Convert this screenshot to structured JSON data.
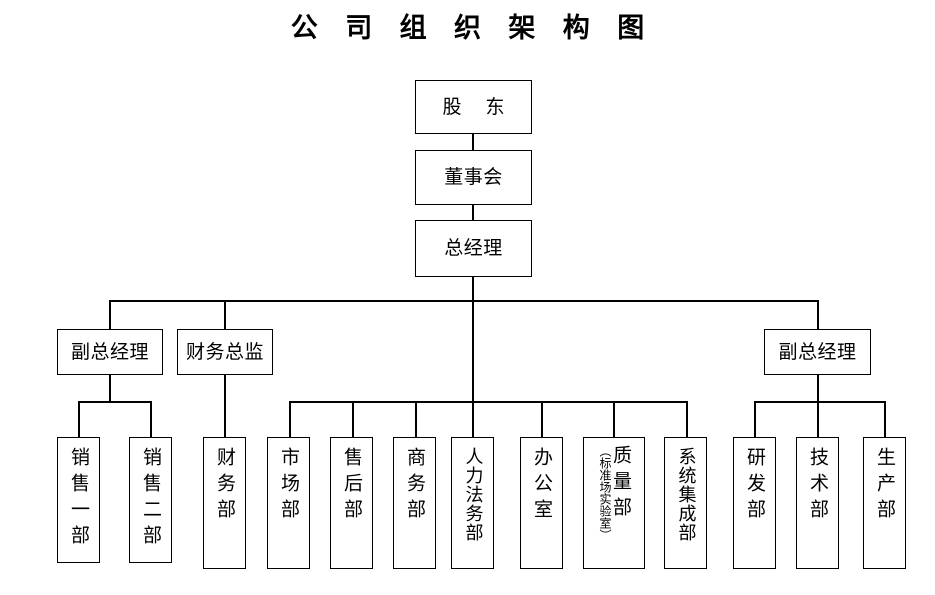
{
  "title": "公 司 组 织 架 构 图",
  "chart_data": {
    "type": "diagram",
    "diagram_kind": "organization-chart",
    "title": "公司组织架构图",
    "orientation": "top-down",
    "levels": 4,
    "nodes": [
      {
        "id": "shareholders",
        "label": "股  东",
        "level": 0,
        "parent": null
      },
      {
        "id": "board",
        "label": "董事会",
        "level": 1,
        "parent": "shareholders"
      },
      {
        "id": "gm",
        "label": "总经理",
        "level": 2,
        "parent": "board"
      },
      {
        "id": "deputy-gm-left",
        "label": "副总经理",
        "level": 3,
        "parent": "gm"
      },
      {
        "id": "cfo",
        "label": "财务总监",
        "level": 3,
        "parent": "gm"
      },
      {
        "id": "deputy-gm-right",
        "label": "副总经理",
        "level": 3,
        "parent": "gm"
      },
      {
        "id": "sales-1",
        "label": "销售一部",
        "level": 4,
        "parent": "deputy-gm-left"
      },
      {
        "id": "sales-2",
        "label": "销售二部",
        "level": 4,
        "parent": "deputy-gm-left"
      },
      {
        "id": "finance",
        "label": "财务部",
        "level": 4,
        "parent": "cfo"
      },
      {
        "id": "marketing",
        "label": "市场部",
        "level": 4,
        "parent": "gm"
      },
      {
        "id": "after-sales",
        "label": "售后部",
        "level": 4,
        "parent": "gm"
      },
      {
        "id": "business",
        "label": "商务部",
        "level": 4,
        "parent": "gm"
      },
      {
        "id": "hr-legal",
        "label": "人力法务部",
        "level": 4,
        "parent": "gm"
      },
      {
        "id": "office",
        "label": "办公室",
        "level": 4,
        "parent": "gm"
      },
      {
        "id": "quality",
        "label": "质量部",
        "annotation": "（标准场实验室）",
        "level": 4,
        "parent": "gm"
      },
      {
        "id": "system-integration",
        "label": "系统集成部",
        "level": 4,
        "parent": "gm"
      },
      {
        "id": "rd",
        "label": "研发部",
        "level": 4,
        "parent": "deputy-gm-right"
      },
      {
        "id": "tech",
        "label": "技术部",
        "level": 4,
        "parent": "deputy-gm-right"
      },
      {
        "id": "production",
        "label": "生产部",
        "level": 4,
        "parent": "deputy-gm-right"
      }
    ]
  },
  "top_chain": {
    "shareholders": "股  东",
    "board": "董事会",
    "gm": "总经理"
  },
  "mid_level": {
    "deputy_gm_left": "副总经理",
    "cfo": "财务总监",
    "deputy_gm_right": "副总经理"
  },
  "departments": {
    "sales_1": "销售一部",
    "sales_2": "销售二部",
    "finance": "财务部",
    "marketing": "市场部",
    "after_sales": "售后部",
    "business": "商务部",
    "hr_legal": "人力法务部",
    "office": "办公室",
    "quality": "质量部",
    "quality_annotation": "（标准场实验室）",
    "system_integration": "系统集成部",
    "rd": "研发部",
    "tech": "技术部",
    "production": "生产部"
  },
  "colors": {
    "background": "#ffffff",
    "line": "#000000",
    "text": "#000000"
  }
}
